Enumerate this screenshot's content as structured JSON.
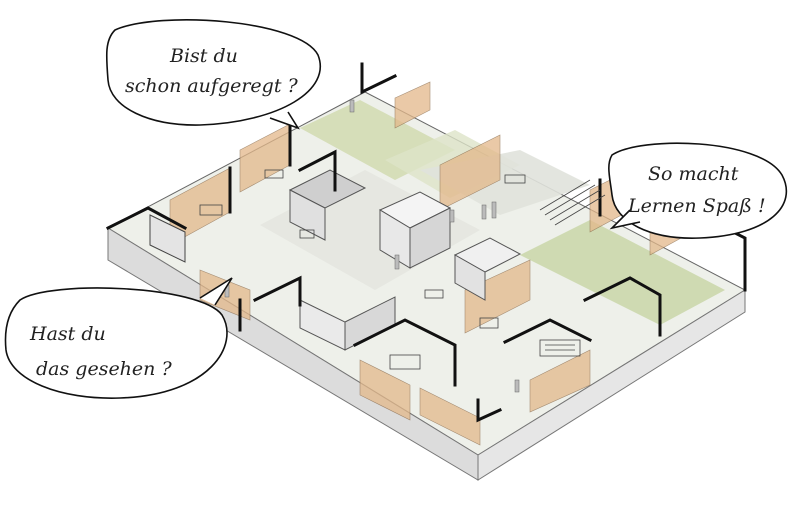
{
  "bubbles": [
    {
      "id": "top",
      "lines": [
        "Bist du",
        "schon aufgeregt ?"
      ]
    },
    {
      "id": "right",
      "lines": [
        "So macht",
        "Lernen Spaß !"
      ]
    },
    {
      "id": "left",
      "lines": [
        "Hast du",
        "das gesehen ?"
      ]
    }
  ],
  "palette": {
    "wall": "#111111",
    "floor": "#eef0ea",
    "wood": "#e3b88a",
    "green": "#c9d6a8",
    "grey": "#cfcfcf"
  }
}
